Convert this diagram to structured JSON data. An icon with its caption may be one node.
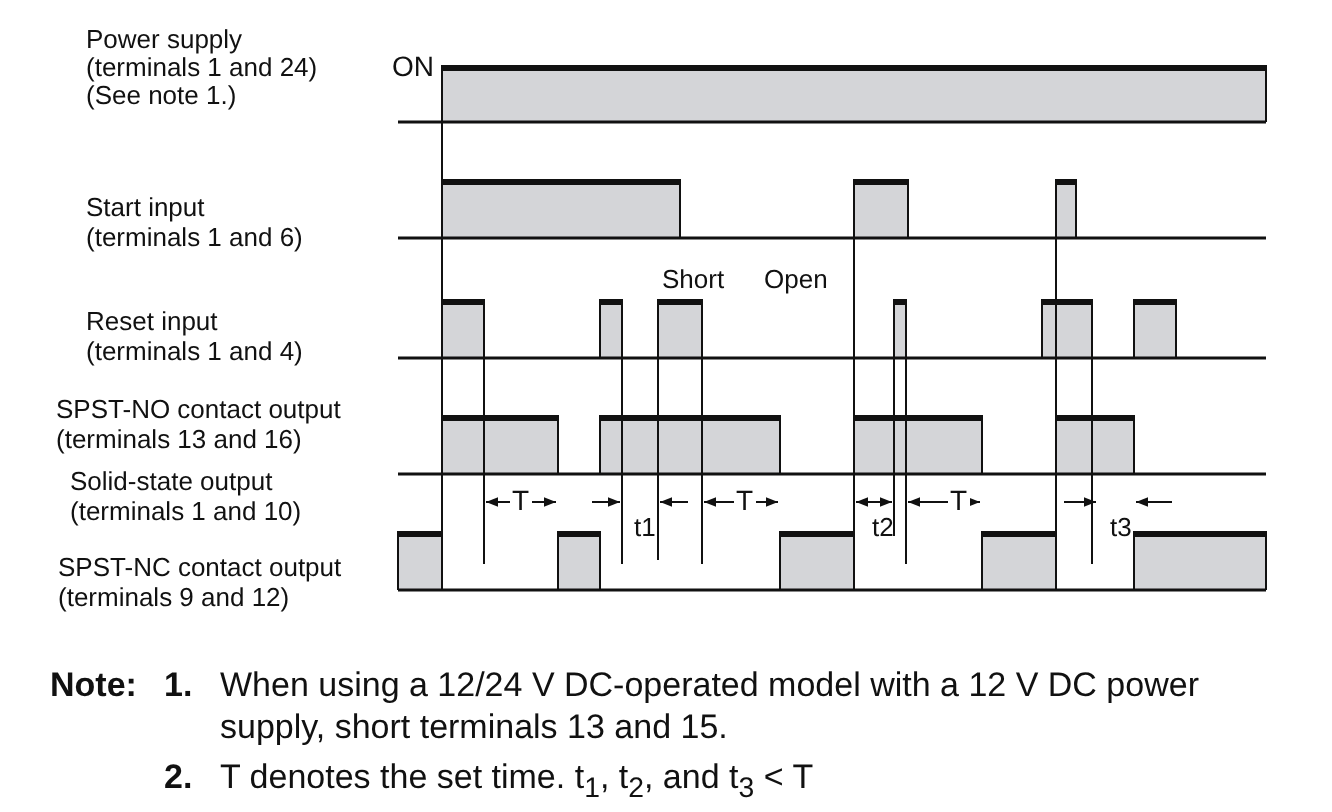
{
  "diagram": {
    "labels": [
      "Power supply",
      "(terminals 1 and 24)",
      "(See note 1.)",
      "ON",
      "Start input",
      "(terminals 1 and 6)",
      "Short",
      "Open",
      "Reset input",
      "(terminals 1 and 4)",
      "SPST-NO contact output",
      "(terminals 13 and 16)",
      "Solid-state output",
      "(terminals 1 and 10)",
      "T",
      "t1",
      "T",
      "t2",
      "T",
      "t3",
      "SPST-NC contact output",
      "(terminals 9 and 12)",
      "Note:",
      "1.",
      "When using a 12/24 V DC-operated model with a 12 V DC power supply, short terminals 13 and 15.",
      "2.",
      "T denotes the set time. t$_{1}$, t$_{2}$, and t$_{3}$ < T"
    ]
  }
}
